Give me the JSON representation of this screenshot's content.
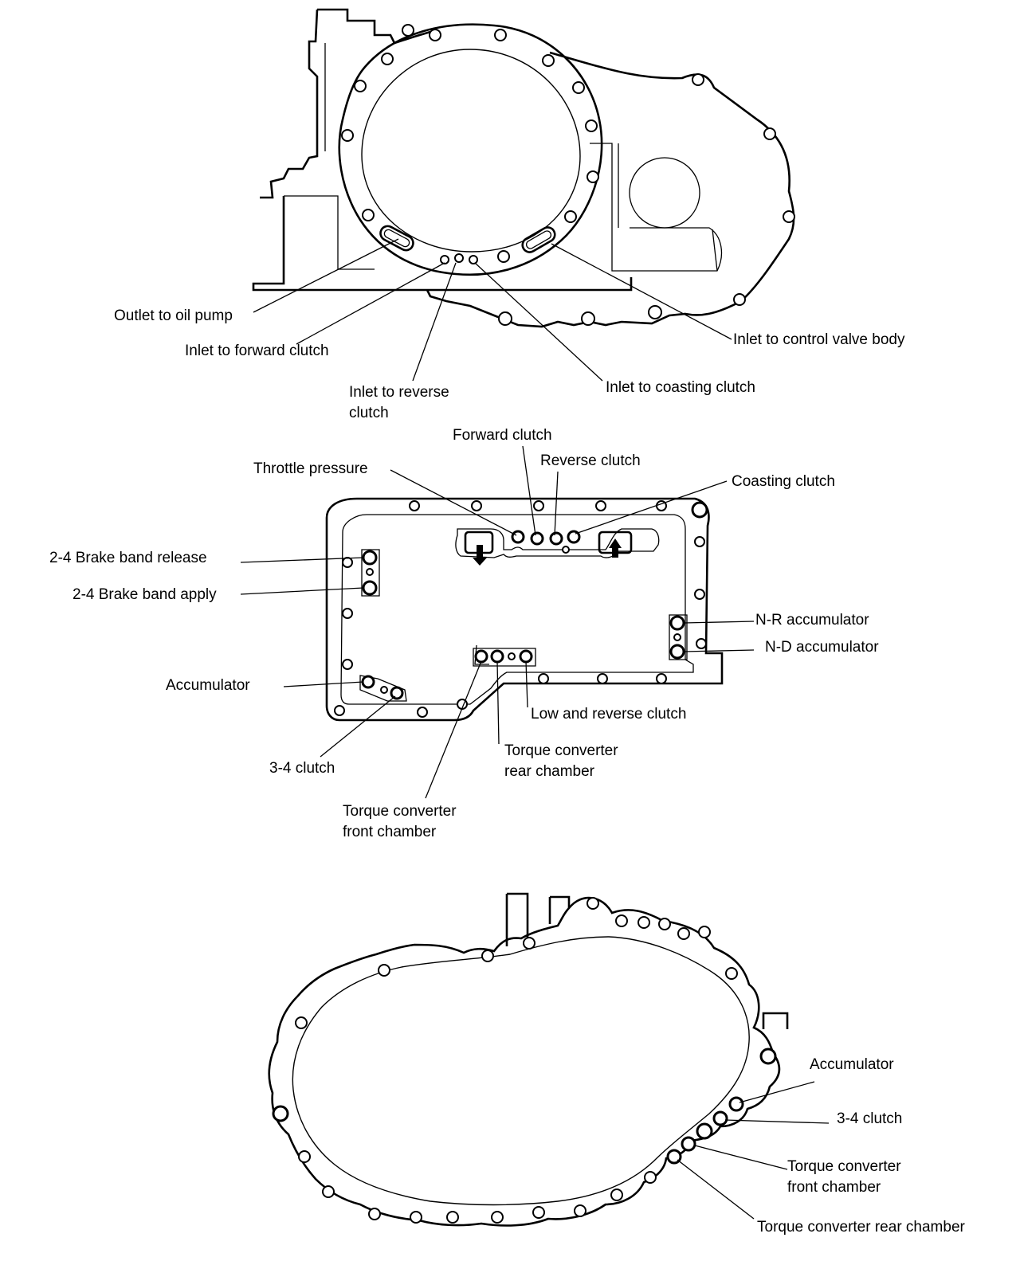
{
  "diagram": {
    "top_view": {
      "labels": {
        "outlet_oil_pump": "Outlet to oil pump",
        "inlet_forward_clutch": "Inlet to forward clutch",
        "inlet_reverse_clutch_1": "Inlet to reverse",
        "inlet_reverse_clutch_2": "clutch",
        "inlet_coasting_clutch": "Inlet to coasting clutch",
        "inlet_control_valve": "Inlet to control valve body"
      }
    },
    "middle_view": {
      "labels": {
        "forward_clutch": "Forward clutch",
        "reverse_clutch": "Reverse clutch",
        "throttle_pressure": "Throttle pressure",
        "coasting_clutch": "Coasting clutch",
        "brake_band_release": "2-4 Brake band release",
        "brake_band_apply": "2-4 Brake band apply",
        "nr_accumulator": "N-R accumulator",
        "nd_accumulator": "N-D accumulator",
        "accumulator": "Accumulator",
        "low_reverse_clutch": "Low and reverse clutch",
        "tc_rear_chamber_1": "Torque converter",
        "tc_rear_chamber_2": "rear chamber",
        "clutch_34": "3-4 clutch",
        "tc_front_chamber_1": "Torque converter",
        "tc_front_chamber_2": "front chamber"
      }
    },
    "bottom_view": {
      "labels": {
        "accumulator": "Accumulator",
        "clutch_34": "3-4 clutch",
        "tc_front_chamber_1": "Torque converter",
        "tc_front_chamber_2": "front chamber",
        "tc_rear_chamber": "Torque converter rear chamber"
      }
    }
  }
}
